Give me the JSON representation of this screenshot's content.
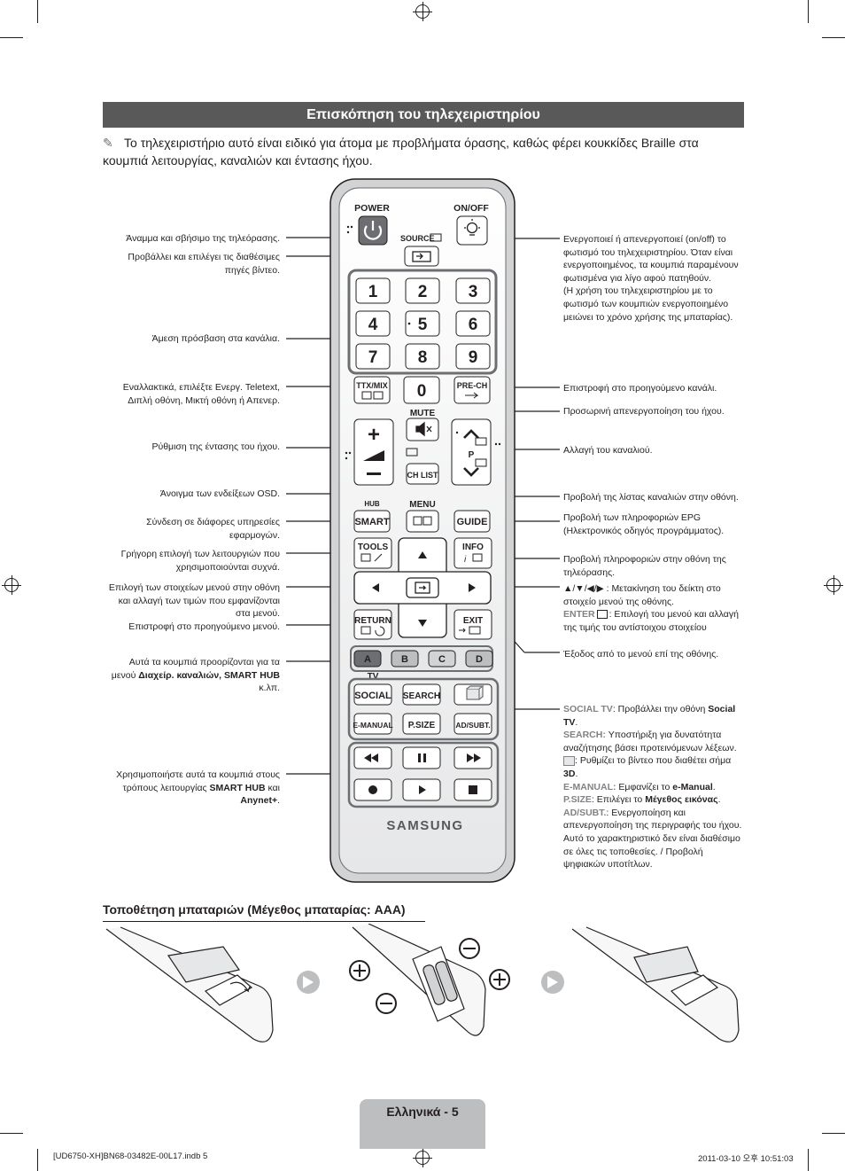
{
  "header": {
    "title": "Επισκόπηση του τηλεχειριστηρίου"
  },
  "intro": {
    "text": "Το τηλεχειριστήριο αυτό είναι ειδικό για άτομα με προβλήματα όρασης, καθώς φέρει κουκκίδες Braille στα κουμπιά λειτουργίας, καναλιών και έντασης ήχου."
  },
  "remote": {
    "power": "POWER",
    "onoff": "ON/OFF",
    "source": "SOURCE",
    "digits": [
      "1",
      "2",
      "3",
      "4",
      "5",
      "6",
      "7",
      "8",
      "9",
      "0"
    ],
    "ttx": "TTX/MIX",
    "prech": "PRE-CH",
    "mute": "MUTE",
    "p": "P",
    "chlist": "CH LIST",
    "hub": "HUB",
    "menu": "MENU",
    "smart": "SMART",
    "guide": "GUIDE",
    "tools": "TOOLS",
    "info": "INFO",
    "ret": "RETURN",
    "exit": "EXIT",
    "colors": [
      "A",
      "B",
      "C",
      "D"
    ],
    "tv": "TV",
    "social": "SOCIAL",
    "search": "SEARCH",
    "emanual": "E-MANUAL",
    "psize": "P.SIZE",
    "adsubt": "AD/SUBT.",
    "brand": "SAMSUNG"
  },
  "left": {
    "power": "Άναμμα και σβήσιμο της τηλεόρασης.",
    "source": "Προβάλλει και επιλέγει τις διαθέσιμες πηγές βίντεο.",
    "digits": "Άμεση πρόσβαση στα κανάλια.",
    "ttx": "Εναλλακτικά, επιλέξτε Ενεργ. Teletext, Διπλή οθόνη, Μικτή οθόνη ή Απενερ.",
    "volume": "Ρύθμιση της έντασης του ήχου.",
    "menu": "Άνοιγμα των ενδείξεων OSD.",
    "smart": "Σύνδεση σε διάφορες υπηρεσίες εφαρμογών.",
    "tools": "Γρήγορη επιλογή των λειτουργιών που χρησιμοποιούνται συχνά.",
    "nav": "Επιλογή των στοιχείων μενού στην οθόνη και αλλαγή των τιμών που εμφανίζονται στα μενού.",
    "ret": "Επιστροφή στο προηγούμενο μενού.",
    "colors_1": "Αυτά τα κουμπιά προορίζονται για τα μενού ",
    "colors_b": "Διαχείρ. καναλιών, SMART HUB",
    "colors_2": " κ.λπ.",
    "media_1": "Χρησιμοποιήστε αυτά τα κουμπιά στους τρόπους λειτουργίας ",
    "media_b1": "SMART HUB",
    "media_2": " και ",
    "media_b2": "Anynet+",
    "media_3": "."
  },
  "right": {
    "onoff": "Ενεργοποιεί ή απενεργοποιεί (on/off) το φωτισμό του τηλεχειριστηρίου. Όταν είναι ενεργοποιημένος, τα κουμπιά παραμένουν φωτισμένα για λίγο αφού πατηθούν.",
    "onoff_note": "(Η χρήση του τηλεχειριστηρίου με το φωτισμό των κουμπιών ενεργοποιημένο μειώνει το χρόνο χρήσης της μπαταρίας).",
    "prech": "Επιστροφή στο προηγούμενο κανάλι.",
    "mute": "Προσωρινή απενεργοποίηση του ήχου.",
    "channel": "Αλλαγή του καναλιού.",
    "chlist": "Προβολή της λίστας καναλιών στην οθόνη.",
    "guide": "Προβολή των πληροφοριών EPG (Ηλεκτρονικός οδηγός προγράμματος).",
    "info": "Προβολή πληροφοριών στην οθόνη της τηλεόρασης.",
    "nav_arrows": "▲/▼/◀/▶",
    "nav": " : Μετακίνηση του δείκτη στο στοιχείο μενού της οθόνης.",
    "enter_label": "ENTER",
    "enter": ": Επιλογή του μενού και αλλαγή της τιμής του αντίστοιχου στοιχείου",
    "exit": "Έξοδος από το μενού επί της οθόνης.",
    "social_label": "SOCIAL TV",
    "social_1": ": Προβάλλει την οθόνη ",
    "social_b": "Social TV",
    "social_2": ".",
    "search_label": "SEARCH:",
    "search": " Υποστήριξη για δυνατότητα αναζήτησης βάσει προτεινόμενων λέξεων.",
    "threed_1": ": Ρυθμίζει το βίντεο που διαθέτει σήμα ",
    "threed_b": "3D",
    "threed_2": ".",
    "emanual_label": "E-MANUAL:",
    "emanual_1": " Εμφανίζει το ",
    "emanual_b": "e-Manual",
    "emanual_2": ".",
    "psize_label": "P.SIZE",
    "psize_1": ": Επιλέγει το ",
    "psize_b": "Μέγεθος εικόνας",
    "psize_2": ".",
    "adsubt_label": "AD/SUBT.",
    "adsubt": ": Ενεργοποίηση και απενεργοποίηση της περιγραφής του ήχου. Αυτό το χαρακτηριστικό δεν είναι διαθέσιμο σε όλες τις τοποθεσίες. / Προβολή ψηφιακών υποτίτλων."
  },
  "battery": {
    "title": "Τοποθέτηση μπαταριών (Μέγεθος μπαταρίας: AAA)"
  },
  "page": {
    "label": "Ελληνικά - 5"
  },
  "footer": {
    "file": "[UD6750-XH]BN68-03482E-00L17.indb   5",
    "date": "2011-03-10   오후 10:51:03"
  }
}
